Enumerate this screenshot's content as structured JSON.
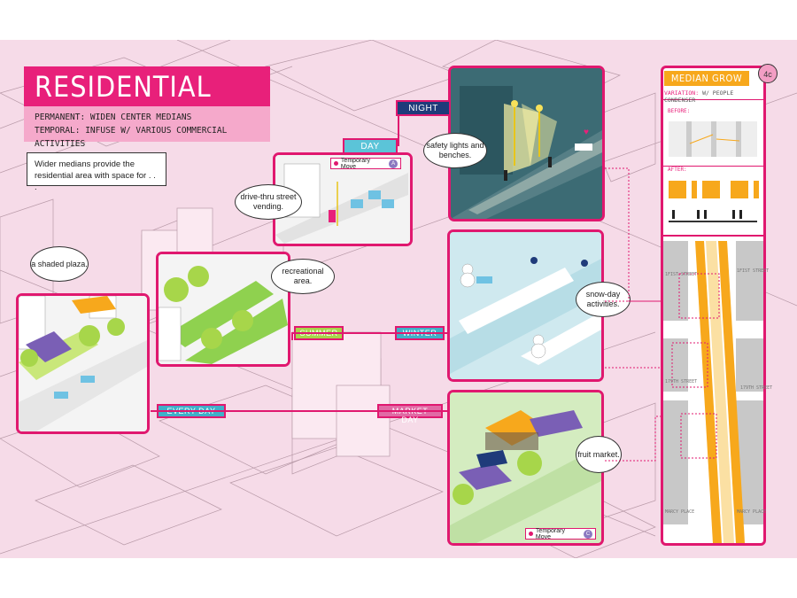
{
  "title": "RESIDENTIAL",
  "subtitle": {
    "line1": "PERMANENT: WIDEN CENTER MEDIANS",
    "line2": "TEMPORAL: INFUSE W/ VARIOUS COMMERCIAL ACTIVITIES"
  },
  "intro": "Wider medians provide the residential area with space for . . .",
  "tags": {
    "night": "NIGHT",
    "day": "DAY",
    "summer": "SUMMER",
    "winter": "WINTER",
    "every_day": "EVERY DAY",
    "market_day": "MARKET DAY"
  },
  "bubbles": {
    "night": "safety lights and benches.",
    "day": "drive-thru street vending.",
    "summer": "recreational area.",
    "winter": "snow-day activities.",
    "every_day": "a shaded plaza.",
    "market": "fruit market."
  },
  "temporary_move": {
    "label": "Temporary Move",
    "day_code": "A",
    "market_code": "C"
  },
  "sidebar": {
    "title": "MEDIAN GROW",
    "badge": "4c",
    "variation_prefix": "VARIATION:",
    "variation_text": "W/ PEOPLE CONDENSER",
    "before_label": "BEFORE:",
    "after_label": "AFTER:",
    "streets": {
      "s1": "1FIST STREET",
      "s1b": "1FIST STREET",
      "s2": "179TH STREET",
      "s2b": "179TH STREET",
      "s3": "MARCY PLACE",
      "s3b": "MARCY PLACE"
    }
  },
  "colors": {
    "accent": "#e0186f",
    "pink_bg": "#f6dbe8",
    "median": "#f7a81c",
    "night": "#1f3b7a",
    "day": "#5bc4d8",
    "summer": "#a8d44a"
  }
}
